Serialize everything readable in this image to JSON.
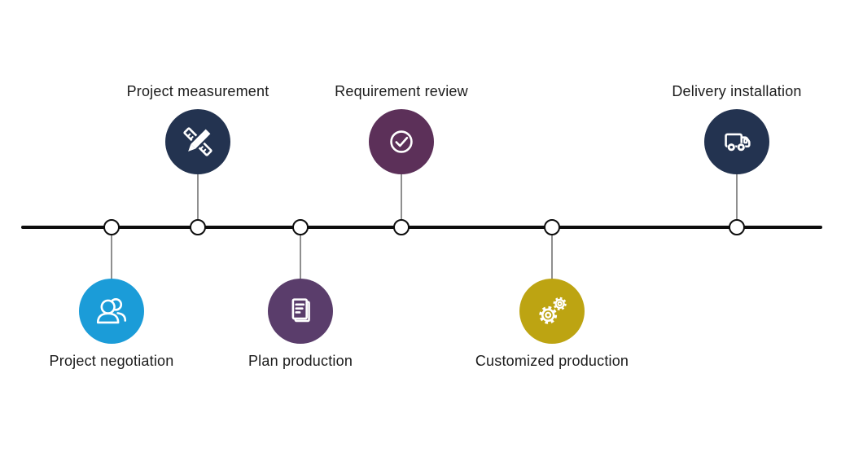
{
  "timeline": {
    "background": "#ffffff",
    "axis_color": "#0d0d0d",
    "connector_color": "#8f8f8f",
    "node_fill": "#ffffff",
    "node_border_color": "#0d0d0d",
    "label_color": "#1c1c1c",
    "steps": [
      {
        "label": "Project negotiation",
        "side": "below",
        "icon": "users-icon",
        "color": "#1b9cd8"
      },
      {
        "label": "Project measurement",
        "side": "above",
        "icon": "ruler-pencil-icon",
        "color": "#233350"
      },
      {
        "label": "Plan production",
        "side": "below",
        "icon": "document-icon",
        "color": "#5a3d6b"
      },
      {
        "label": "Requirement review",
        "side": "above",
        "icon": "check-circle-icon",
        "color": "#5c3059"
      },
      {
        "label": "Customized production",
        "side": "below",
        "icon": "gears-icon",
        "color": "#bda412"
      },
      {
        "label": "Delivery installation",
        "side": "above",
        "icon": "truck-icon",
        "color": "#233350"
      }
    ]
  }
}
